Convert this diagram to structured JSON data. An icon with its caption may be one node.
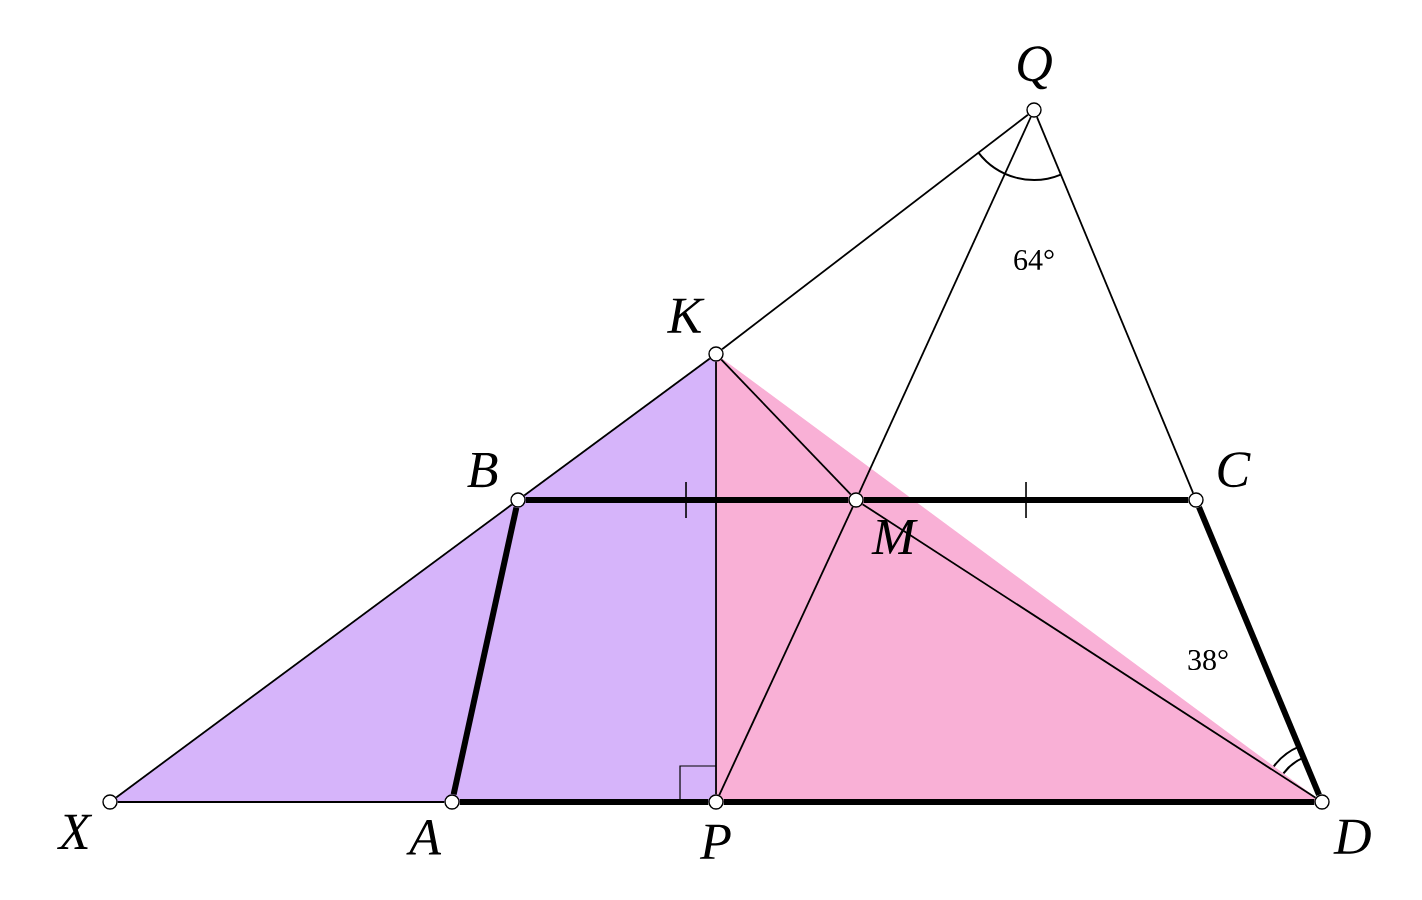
{
  "diagram": {
    "nodes": [
      {
        "text": [
          "Q"
        ]
      },
      {
        "text": [
          "K"
        ]
      },
      {
        "text": [
          "B"
        ]
      },
      {
        "text": [
          "M"
        ]
      },
      {
        "text": [
          "C"
        ]
      },
      {
        "text": [
          "X"
        ]
      },
      {
        "text": [
          "A"
        ]
      },
      {
        "text": [
          "P"
        ]
      },
      {
        "text": [
          "D"
        ]
      }
    ],
    "edges": [
      {
        "from": 5,
        "to": 6,
        "arrow": "none"
      },
      {
        "from": 6,
        "to": 7,
        "arrow": "none",
        "style": "thick"
      },
      {
        "from": 7,
        "to": 8,
        "arrow": "none",
        "style": "thick"
      },
      {
        "from": 5,
        "to": 2,
        "arrow": "none"
      },
      {
        "from": 2,
        "to": 1,
        "arrow": "none"
      },
      {
        "from": 1,
        "to": 0,
        "arrow": "none"
      },
      {
        "from": 0,
        "to": 4,
        "arrow": "none"
      },
      {
        "from": 4,
        "to": 8,
        "arrow": "none",
        "style": "thick"
      },
      {
        "from": 6,
        "to": 2,
        "arrow": "none",
        "style": "thick"
      },
      {
        "from": 2,
        "to": 3,
        "arrow": "none",
        "style": "thick"
      },
      {
        "from": 3,
        "to": 4,
        "arrow": "none",
        "style": "thick"
      },
      {
        "from": 1,
        "to": 3,
        "arrow": "none"
      },
      {
        "from": 3,
        "to": 8,
        "arrow": "none"
      },
      {
        "from": 1,
        "to": 7,
        "arrow": "none"
      },
      {
        "from": 7,
        "to": 3,
        "arrow": "none"
      },
      {
        "from": 3,
        "to": 0,
        "arrow": "none"
      }
    ],
    "labels": [
      "64°",
      "38°"
    ]
  }
}
